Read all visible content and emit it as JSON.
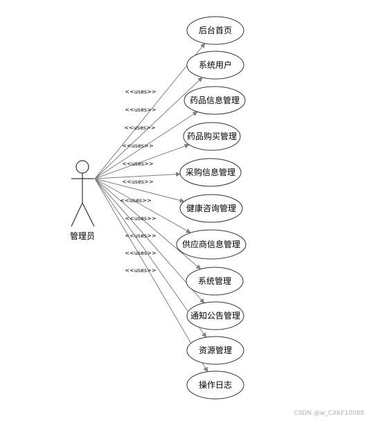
{
  "actor": {
    "label": "管理员"
  },
  "relationship_label": "<<uses>>",
  "use_cases": [
    {
      "label": "后台首页"
    },
    {
      "label": "系统用户"
    },
    {
      "label": "药品信息管理"
    },
    {
      "label": "药品购买管理"
    },
    {
      "label": "采购信息管理"
    },
    {
      "label": "健康咨询管理"
    },
    {
      "label": "供应商信息管理"
    },
    {
      "label": "系统管理"
    },
    {
      "label": "通知公告管理"
    },
    {
      "label": "资源管理"
    },
    {
      "label": "操作日志"
    }
  ],
  "watermark": "CSDN @w_CXKF10088",
  "colors": {
    "line": "#7f7f7f",
    "stroke": "#333333",
    "fill": "#ffffff"
  }
}
